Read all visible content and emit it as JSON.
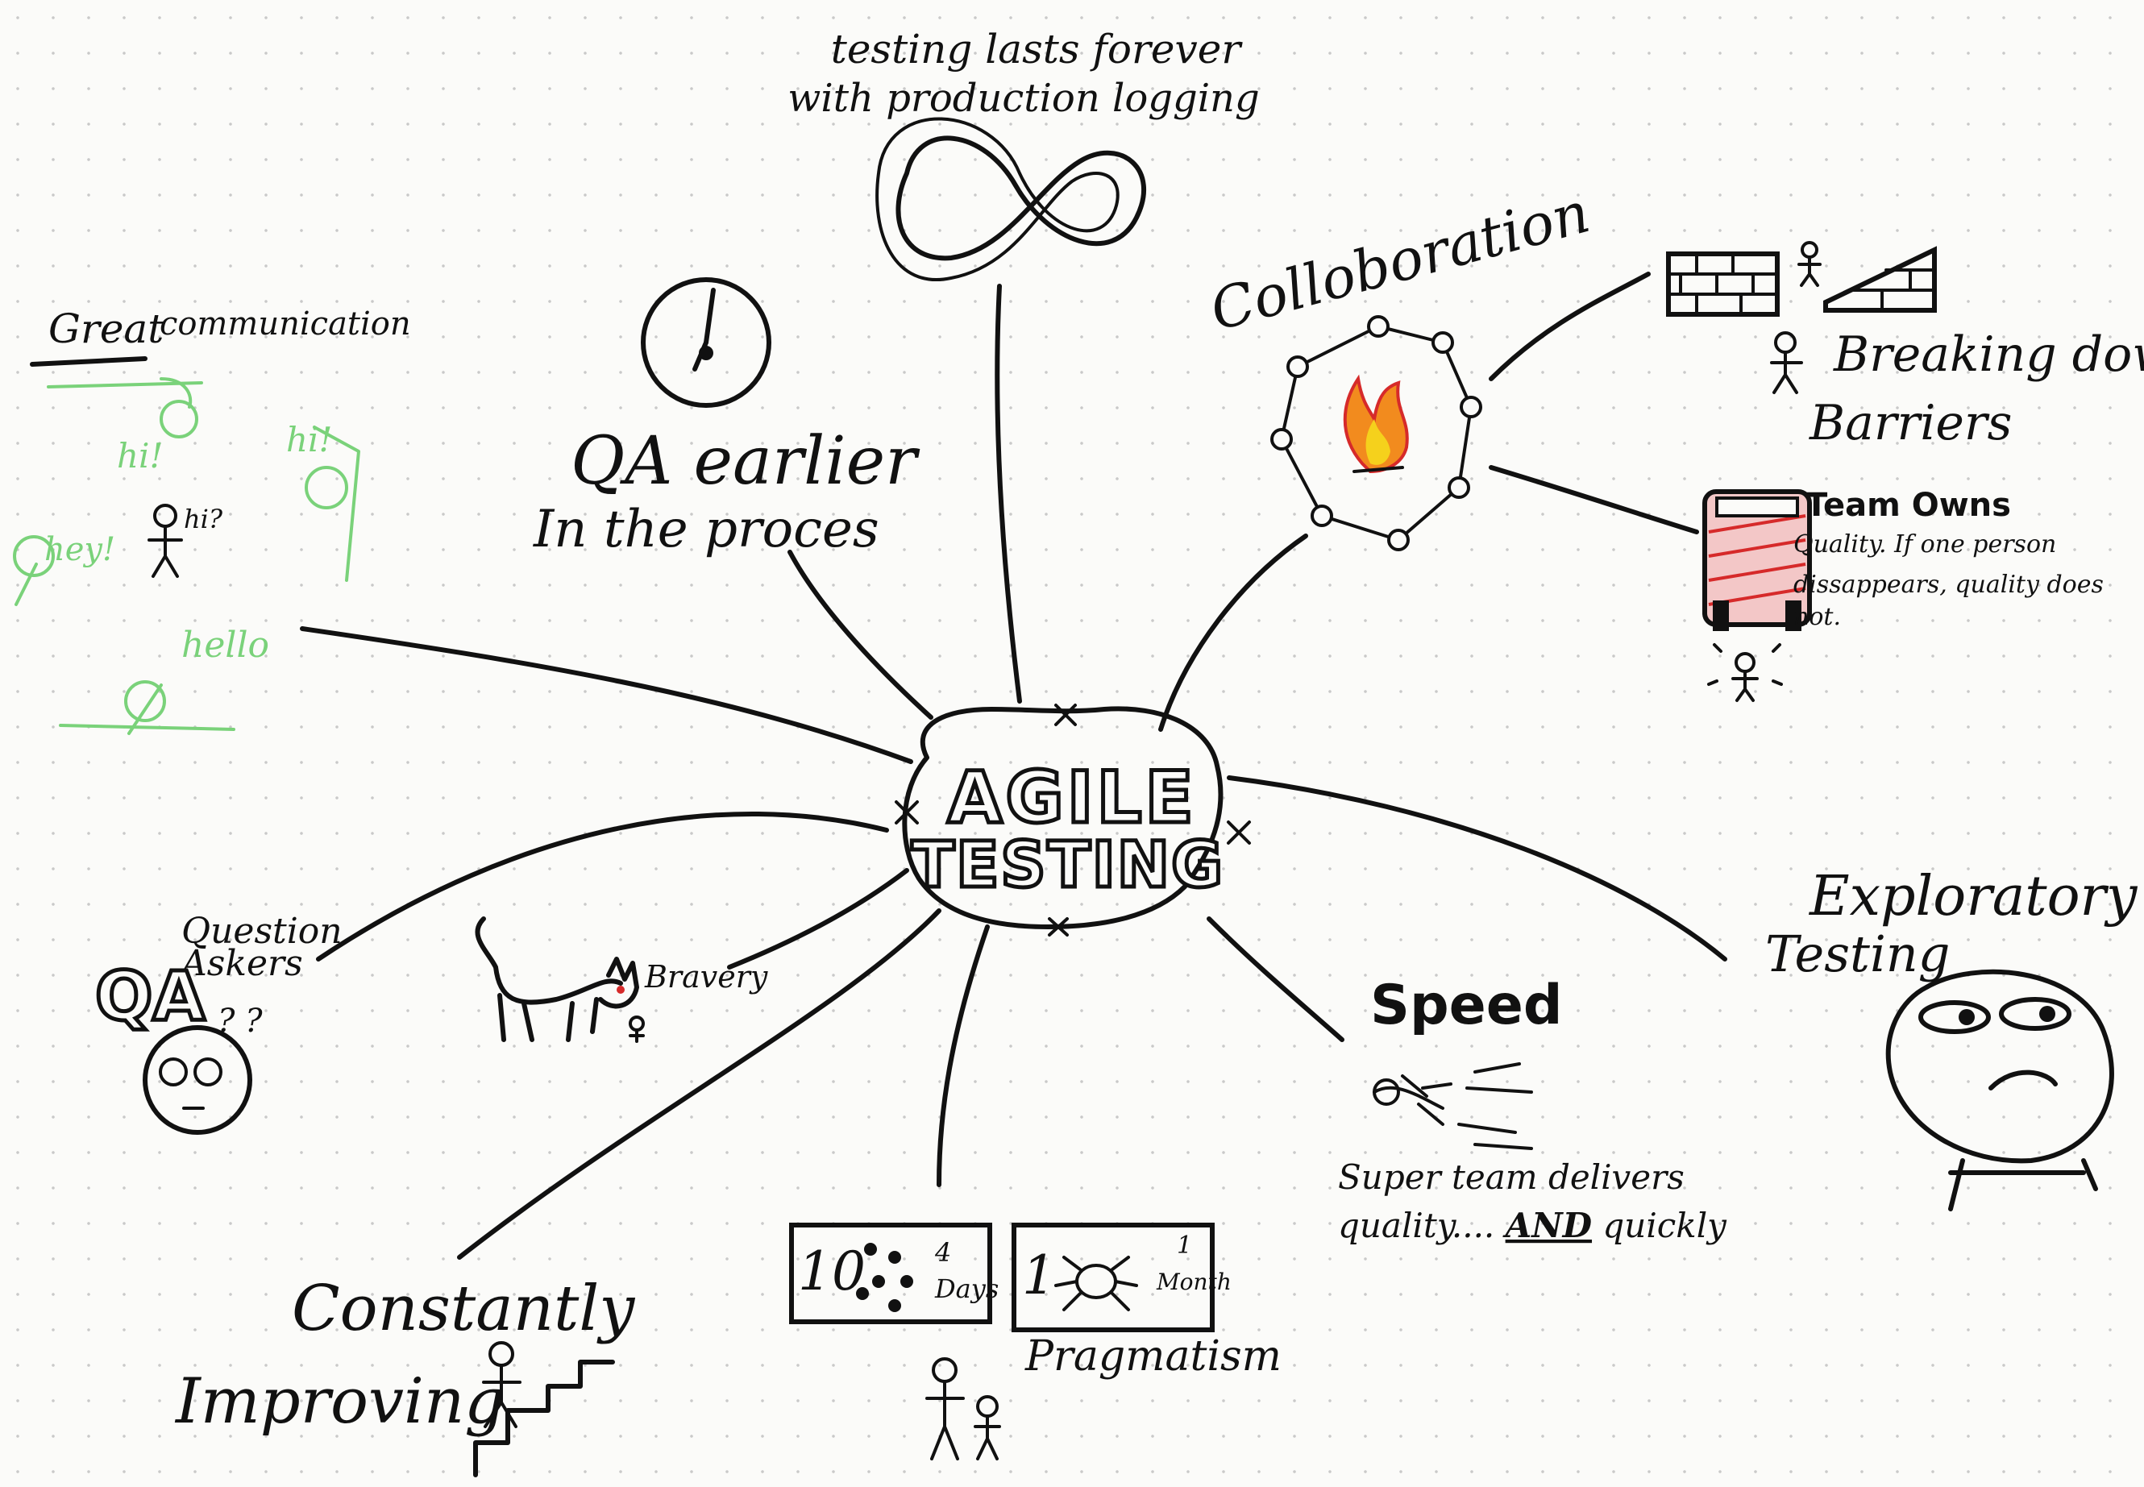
{
  "diagram": {
    "center": {
      "line1": "AGILE",
      "line2": "TESTING"
    },
    "nodes": {
      "infinity": {
        "line1": "testing lasts forever",
        "line2": "with production logging"
      },
      "qa_earlier": {
        "line1": "QA earlier",
        "line2": "In the proces"
      },
      "collaboration": {
        "label": "Colloboration"
      },
      "barriers": {
        "line1": "Breaking down",
        "line2": "Barriers"
      },
      "team_owns": {
        "title": "Team Owns",
        "line1": "Quality. If one person",
        "line2": "dissappears, quality does",
        "line3": "not."
      },
      "communication": {
        "great": "Great",
        "rest": "communication",
        "hi1": "hi!",
        "hi2": "hi!",
        "hey": "hey!",
        "hi3": "hi?",
        "hello": "hello"
      },
      "question_askers": {
        "line1": "Question",
        "line2": "Askers",
        "qa": "QA",
        "marks": "? ?"
      },
      "bravery": {
        "label": "Bravery"
      },
      "speed": {
        "label": "Speed",
        "line1": "Super team delivers",
        "line2_pre": "quality.... ",
        "line2_and": "AND",
        "line2_post": " quickly"
      },
      "exploratory": {
        "line1": "Exploratory",
        "line2": "Testing"
      },
      "constantly": {
        "line1": "Constantly",
        "line2": "Improving"
      },
      "pragmatism": {
        "label": "Pragmatism",
        "panel1": {
          "big": "10",
          "small1": "4",
          "small2": "Days"
        },
        "panel2": {
          "big": "1",
          "small1": "1",
          "small2": "Month"
        }
      }
    },
    "colors": {
      "ink": "#111111",
      "green": "#7ad27a",
      "red": "#d62a2a",
      "fire_orange": "#f28b1e",
      "fire_yellow": "#f5d11c"
    }
  }
}
